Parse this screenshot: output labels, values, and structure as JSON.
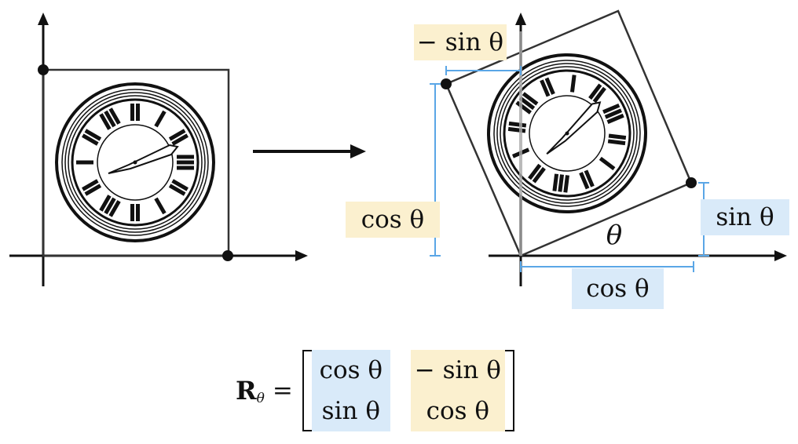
{
  "colors": {
    "yellow_highlight": "#fbf0cf",
    "blue_highlight": "#d9eaf9",
    "dimension_line": "#5aa6e6",
    "outline": "#333333"
  },
  "icons": [
    "clock-icon",
    "right-arrow-icon",
    "rotated-clock-icon"
  ],
  "rotation": {
    "angle_label": "θ",
    "labels": {
      "neg_sin": "− sin θ",
      "cos_left": "cos θ",
      "sin_right": "sin θ",
      "cos_bottom": "cos θ"
    }
  },
  "matrix": {
    "symbol": "R",
    "subscript": "θ",
    "equals": "=",
    "cells": [
      [
        "cos θ",
        "− sin θ"
      ],
      [
        "sin θ",
        "cos θ"
      ]
    ]
  }
}
